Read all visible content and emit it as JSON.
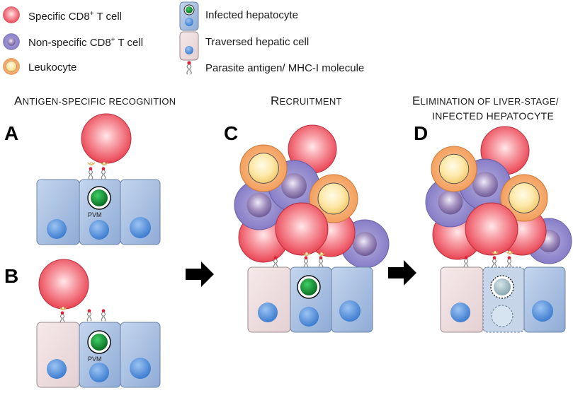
{
  "legend": {
    "specific": {
      "prefix": "Specific CD8",
      "sup": "+",
      "suffix": " T cell"
    },
    "nonspecific": {
      "prefix": "Non-specific  CD8",
      "sup": "+",
      "suffix": " T cell"
    },
    "leukocyte": "Leukocyte",
    "infected": "Infected hepatocyte",
    "traversed": "Traversed hepatic cell",
    "antigen": "Parasite antigen/ MHC-I molecule"
  },
  "sections": {
    "recognition": {
      "first": "A",
      "rest": "NTIGEN-SPECIFIC RECOGNITION"
    },
    "recruitment": {
      "first": "R",
      "rest": "ECRUITMENT"
    },
    "elimination": {
      "line1": {
        "first": "E",
        "rest": "LIMINATION OF LIVER-STAGE/"
      },
      "line2": "INFECTED HEPATOCYTE"
    }
  },
  "panels": {
    "a": "A",
    "b": "B",
    "c": "C",
    "d": "D"
  },
  "pvm": "PVM",
  "colors": {
    "specific_t": "#ee4d58",
    "nonspecific_t": "#8a80c0",
    "leukocyte": "#f4a866",
    "hepatocyte": "#aac2e2",
    "traversed": "#efdfe0",
    "nucleus": "#4b88d6",
    "parasite": "#159030"
  },
  "icons": [
    "arrow-right-icon"
  ]
}
